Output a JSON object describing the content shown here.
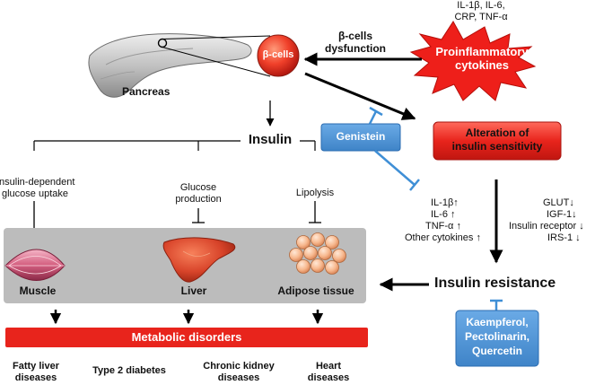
{
  "colors": {
    "red": "#e8241c",
    "blue": "#4a8fd0",
    "blue_border": "#2a6bb0",
    "tissue_panel": "#bcbcbc",
    "inhibit": "#3f8fd6"
  },
  "icons": [
    "pancreas-illustration",
    "muscle-illustration",
    "liver-illustration",
    "adipose-tissue-illustration"
  ],
  "labels": {
    "pancreas": "Pancreas",
    "beta_cells": "β-cells",
    "beta_dysfunction_1": "β-cells",
    "beta_dysfunction_2": "dysfunction",
    "cytokine_list_1": "IL-1β, IL-6,",
    "cytokine_list_2": "CRP, TNF-α",
    "proinflammatory_1": "Proinflammatory",
    "proinflammatory_2": "cytokines",
    "insulin": "Insulin",
    "genistein": "Genistein",
    "alteration_1": "Alteration of",
    "alteration_2": "insulin sensitivity",
    "uptake_1": "Insulin-dependent",
    "uptake_2": "glucose uptake",
    "glucose_prod_1": "Glucose",
    "glucose_prod_2": "production",
    "lipolysis": "Lipolysis",
    "cyto_up_1": "IL-1β↑",
    "cyto_up_2": "IL-6 ↑",
    "cyto_up_3": "TNF-α ↑",
    "cyto_up_4": "Other cytokines ↑",
    "glut": "GLUT↓",
    "igf": "IGF-1↓",
    "insulin_receptor": "Insulin receptor ↓",
    "irs": "IRS-1 ↓",
    "muscle": "Muscle",
    "liver": "Liver",
    "adipose": "Adipose tissue",
    "insulin_resistance": "Insulin resistance",
    "flavonoids_1": "Kaempferol,",
    "flavonoids_2": "Pectolinarin,",
    "flavonoids_3": "Quercetin",
    "metabolic_disorders": "Metabolic disorders",
    "disease_1a": "Fatty liver",
    "disease_1b": "diseases",
    "disease_2": "Type 2 diabetes",
    "disease_3a": "Chronic kidney",
    "disease_3b": "diseases",
    "disease_4a": "Heart",
    "disease_4b": "diseases"
  }
}
